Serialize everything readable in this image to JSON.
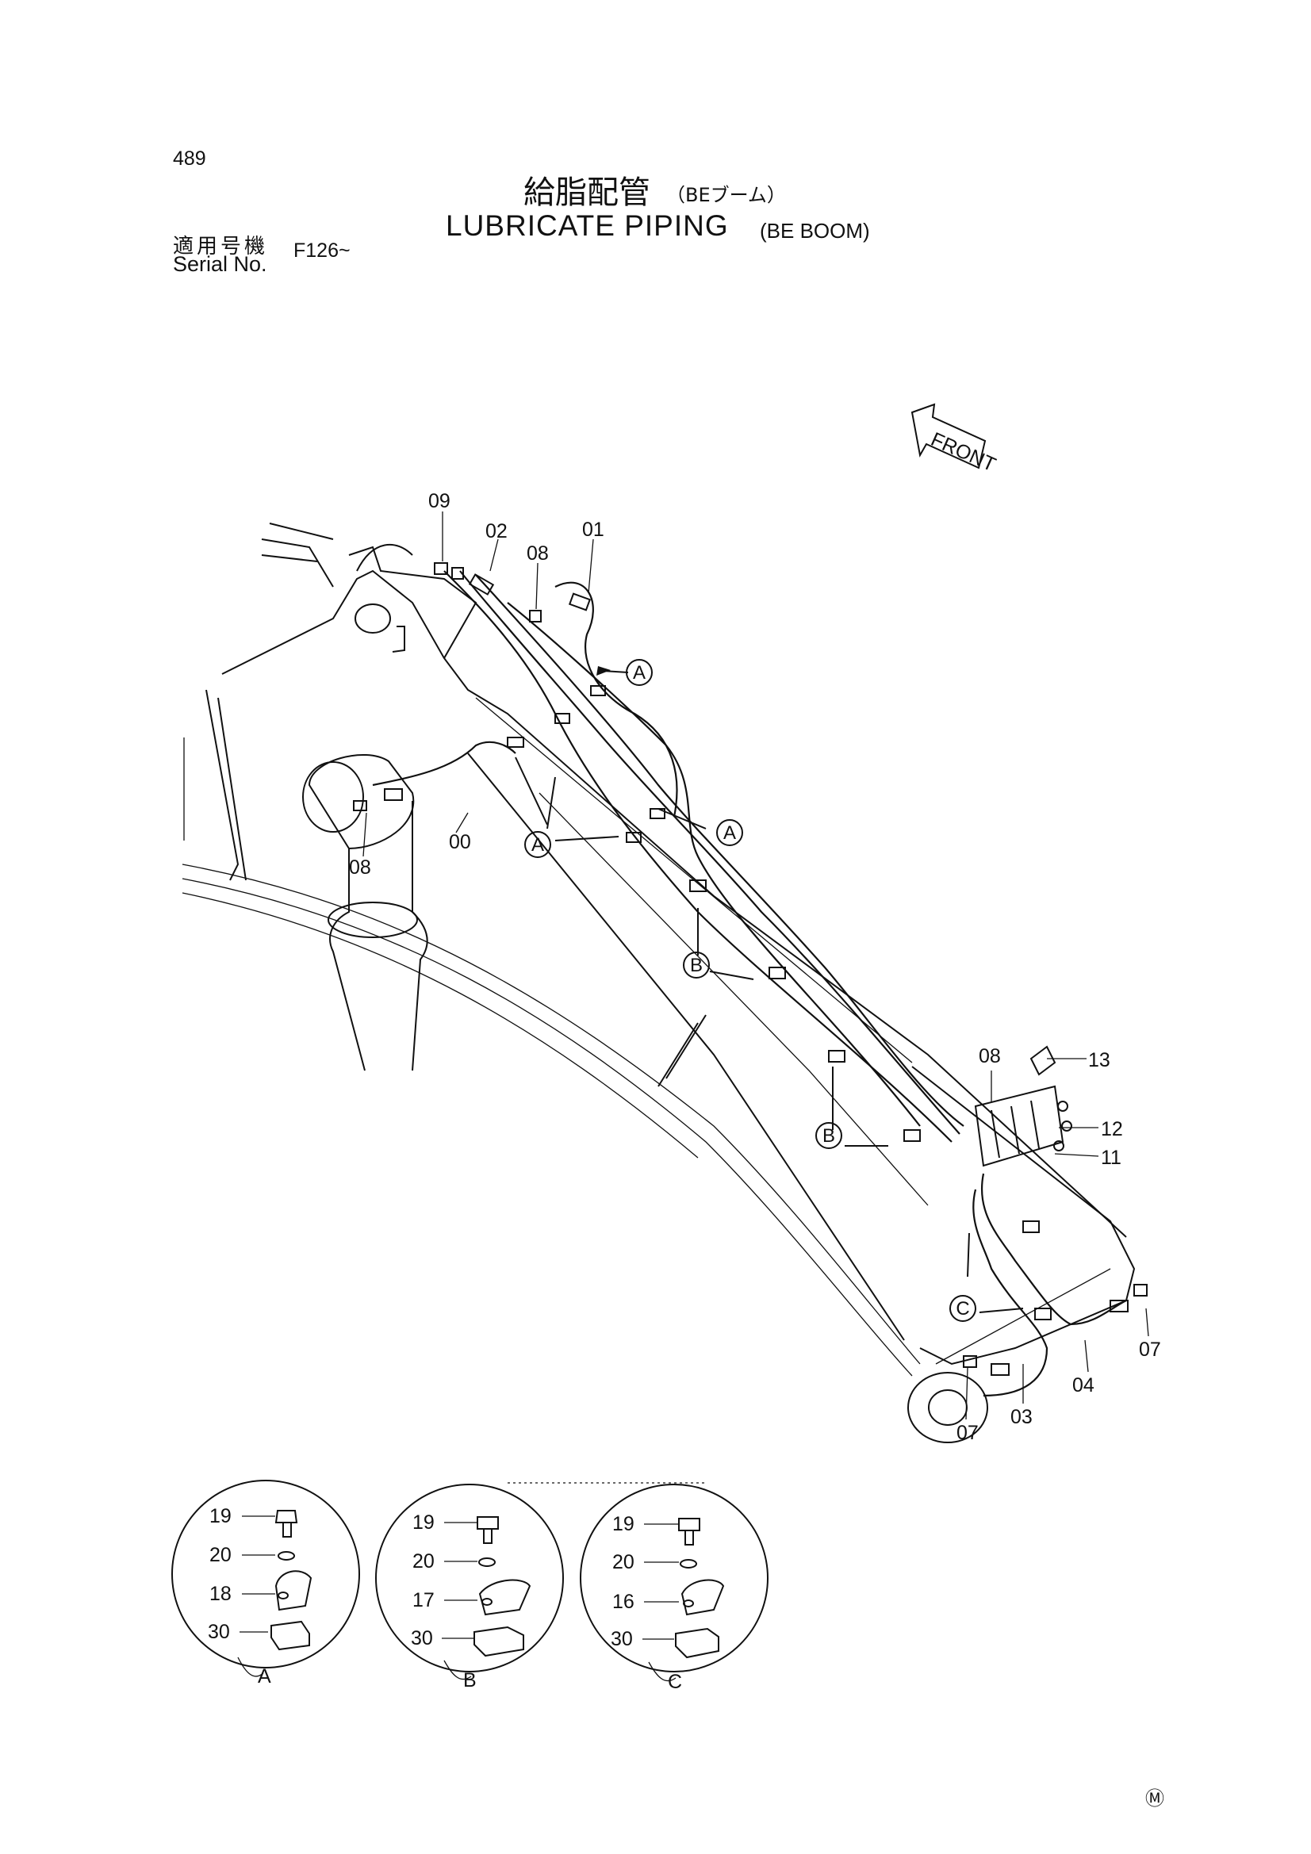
{
  "header": {
    "page_number": "489",
    "title_jp": "給脂配管",
    "title_jp_sub": "（BEブーム）",
    "title_en": "LUBRICATE PIPING",
    "title_en_sub": "(BE BOOM)",
    "serial_jp": "適用号機",
    "serial_en": "Serial No.",
    "serial_range": "F126~"
  },
  "diagram": {
    "direction_arrow": "FRONT",
    "part_labels": {
      "p09": "09",
      "p02": "02",
      "p08a": "08",
      "p01": "01",
      "p00": "00",
      "p08b": "08",
      "p08c": "08",
      "p13": "13",
      "p12": "12",
      "p11": "11",
      "p07a": "07",
      "p04": "04",
      "p03": "03",
      "p07b": "07"
    },
    "callouts": {
      "a1": "A",
      "a2": "A",
      "a3": "A",
      "b1": "B",
      "b2": "B",
      "c1": "C"
    },
    "details": [
      {
        "name": "A",
        "items": [
          "19",
          "20",
          "18",
          "30"
        ]
      },
      {
        "name": "B",
        "items": [
          "19",
          "20",
          "17",
          "30"
        ]
      },
      {
        "name": "C",
        "items": [
          "19",
          "20",
          "16",
          "30"
        ]
      }
    ]
  },
  "footer": {
    "mark": "Ⓜ"
  }
}
